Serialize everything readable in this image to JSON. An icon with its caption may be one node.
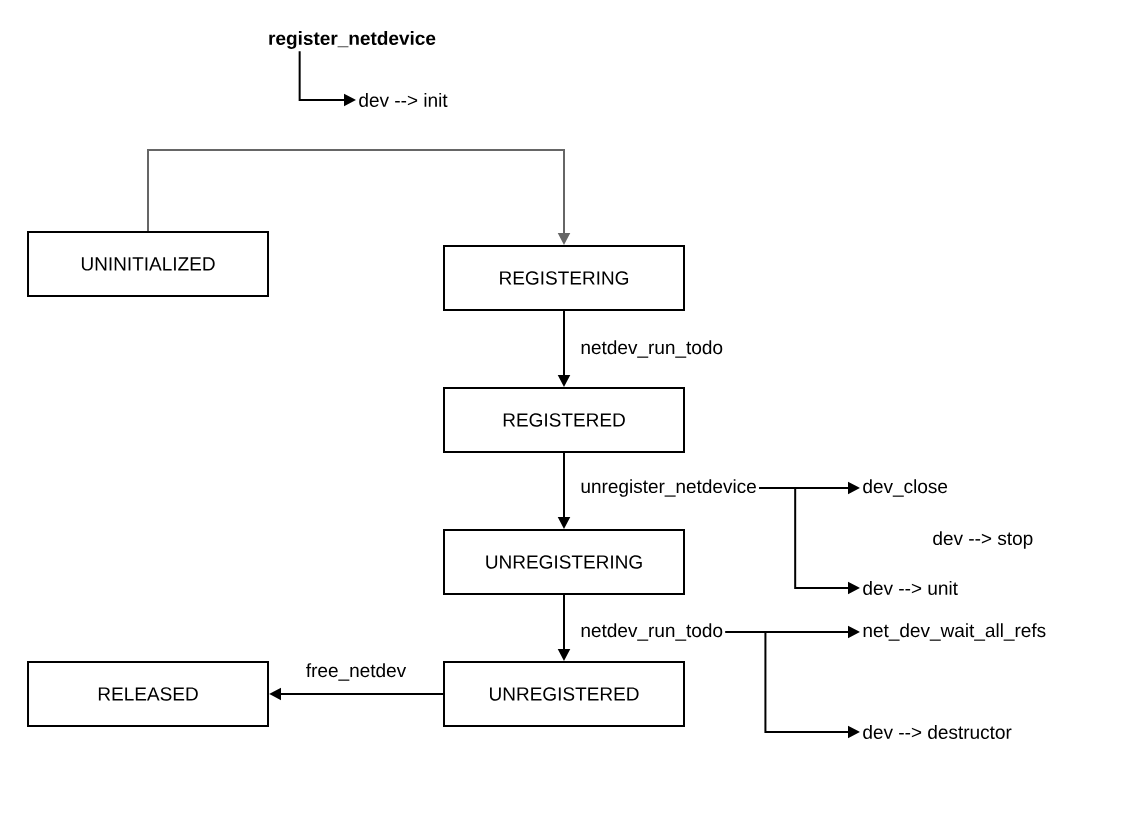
{
  "diagram": {
    "nodes": [
      {
        "text": [
          "register_netdevice"
        ]
      },
      {
        "text": [
          "dev --> init"
        ]
      },
      {
        "text": [
          "UNINITIALIZED"
        ]
      },
      {
        "text": [
          "REGISTERING"
        ]
      },
      {
        "text": [
          "REGISTERED"
        ]
      },
      {
        "text": [
          "UNREGISTERING"
        ]
      },
      {
        "text": [
          "RELEASED"
        ]
      },
      {
        "text": [
          "UNREGISTERED"
        ]
      },
      {
        "text": [
          "unregister_netdevice"
        ]
      },
      {
        "text": [
          "dev_close"
        ]
      },
      {
        "text": [
          "dev --> unit"
        ]
      },
      {
        "text": [
          "netdev_run_todo"
        ]
      },
      {
        "text": [
          "net_dev_wait_all_refs"
        ]
      },
      {
        "text": [
          "dev --> destructor"
        ]
      }
    ],
    "edges": [
      {
        "from": 0,
        "to": 1,
        "arrow": "to"
      },
      {
        "from": 2,
        "to": 3,
        "arrow": "to",
        "color": "#666666"
      },
      {
        "from": 3,
        "to": 4,
        "arrow": "to",
        "label": "netdev_run_todo"
      },
      {
        "from": 4,
        "to": 5,
        "arrow": "to"
      },
      {
        "from": 5,
        "to": 7,
        "arrow": "to"
      },
      {
        "from": 7,
        "to": 6,
        "arrow": "to",
        "label": "free_netdev"
      },
      {
        "from": 8,
        "to": 9,
        "arrow": "to"
      },
      {
        "from": 8,
        "to": 10,
        "arrow": "to"
      },
      {
        "from": 11,
        "to": 12,
        "arrow": "to"
      },
      {
        "from": 11,
        "to": 13,
        "arrow": "to"
      }
    ],
    "labels": [
      "dev --> stop"
    ]
  }
}
